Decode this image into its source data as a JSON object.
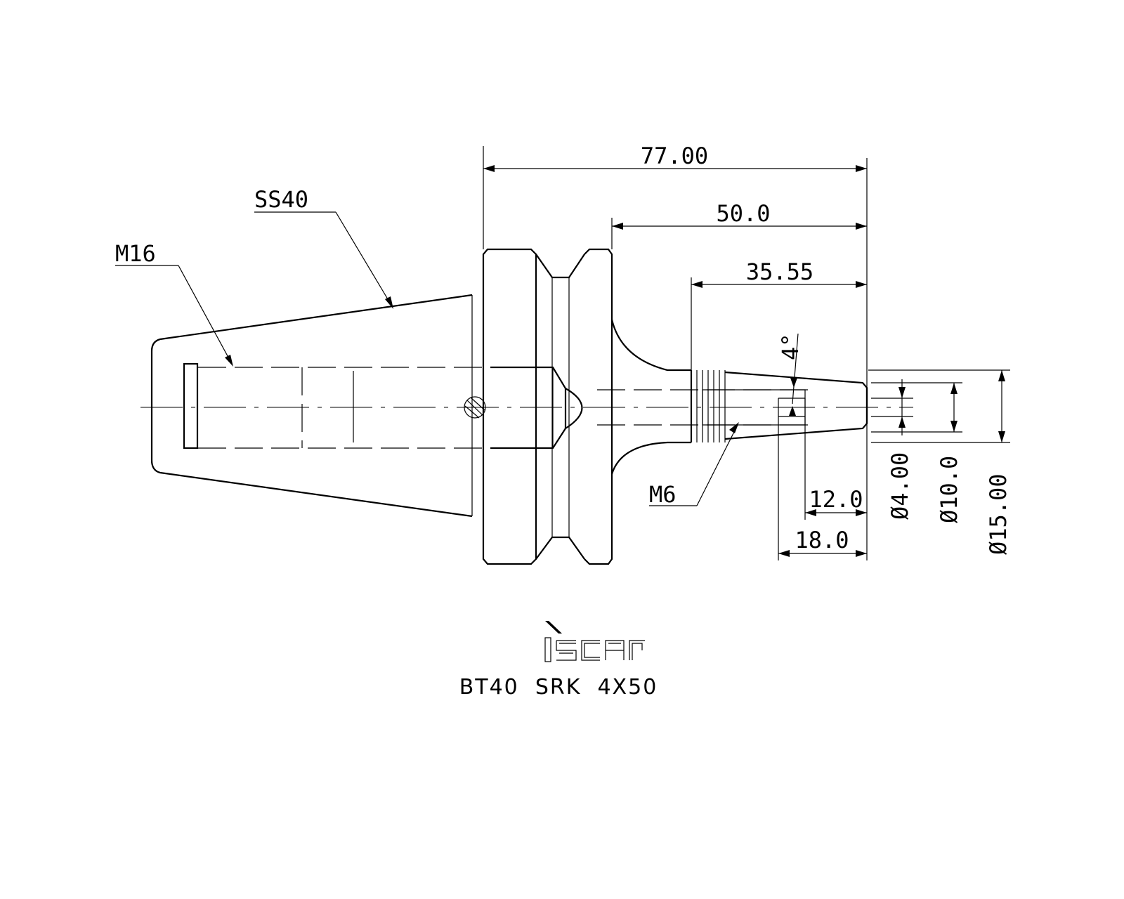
{
  "drawing": {
    "dimensions": {
      "overall_length": "77.00",
      "projection_length": "50.0",
      "tip_length": "35.55",
      "bore_depth": "12.0",
      "end_length": "18.0",
      "bore_diameter": "Ø4.00",
      "shank_diameter": "Ø10.0",
      "body_diameter": "Ø15.00",
      "taper_angle": "4°"
    },
    "callouts": {
      "taper": "SS40",
      "pull_stud_thread": "M16",
      "clamp_thread": "M6"
    },
    "logo": "iscar",
    "model": "BT40  SRK  4X50"
  }
}
